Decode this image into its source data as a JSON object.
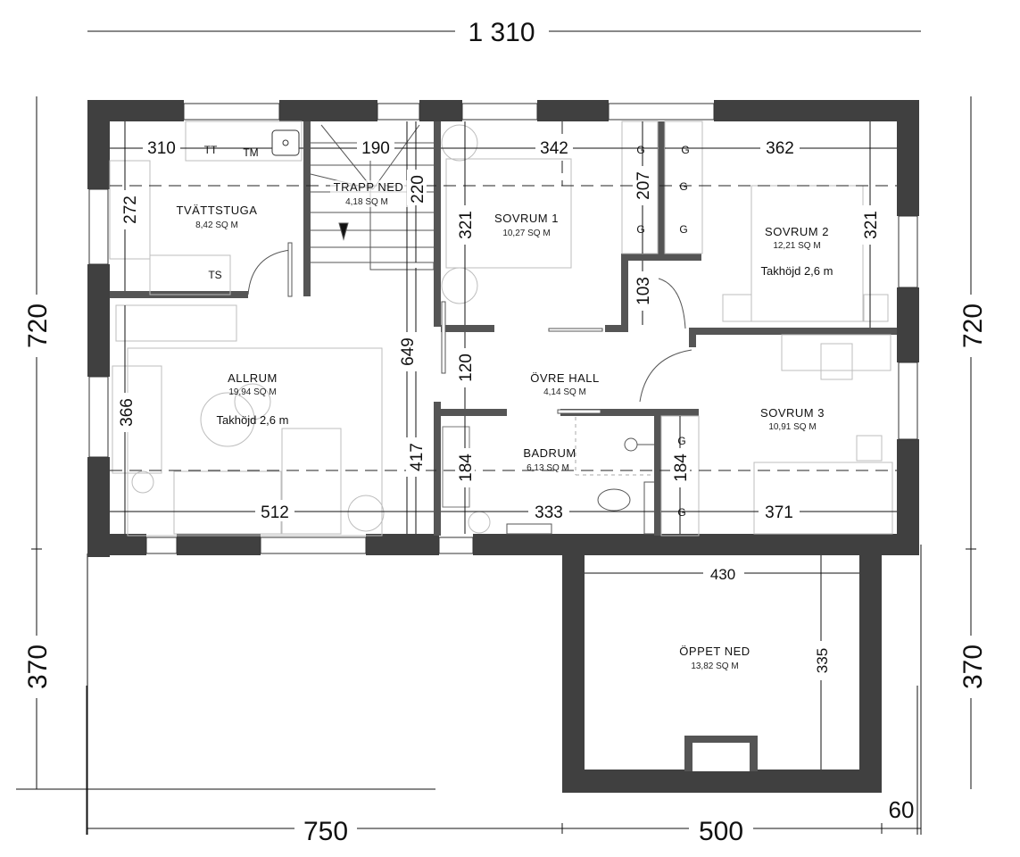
{
  "plan": {
    "overall_dimensions": {
      "top_total": "1 310",
      "bottom_left": "750",
      "bottom_right": "500",
      "bottom_offset": "60",
      "left_upper": "720",
      "left_lower": "370",
      "right_upper": "720",
      "right_lower": "370"
    },
    "rooms": [
      {
        "id": "tvattstuga",
        "name": "TVÄTTSTUGA",
        "area": "8,42 SQ M"
      },
      {
        "id": "trapp",
        "name": "TRAPP NED",
        "area": "4,18 SQ M"
      },
      {
        "id": "sovrum1",
        "name": "SOVRUM 1",
        "area": "10,27 SQ M"
      },
      {
        "id": "sovrum2",
        "name": "SOVRUM 2",
        "area": "12,21 SQ M",
        "ceiling": "Takhöjd 2,6 m"
      },
      {
        "id": "allrum",
        "name": "ALLRUM",
        "area": "19,94 SQ M",
        "ceiling": "Takhöjd 2,6 m"
      },
      {
        "id": "ovrehall",
        "name": "ÖVRE HALL",
        "area": "4,14 SQ M"
      },
      {
        "id": "badrum",
        "name": "BADRUM",
        "area": "6,13 SQ M"
      },
      {
        "id": "sovrum3",
        "name": "SOVRUM 3",
        "area": "10,91 SQ M"
      },
      {
        "id": "oppetned",
        "name": "ÖPPET NED",
        "area": "13,82 SQ M"
      }
    ],
    "room_dimensions": {
      "tvatt_w": "310",
      "tvatt_h": "272",
      "trapp_w": "190",
      "trapp_h": "220",
      "sov1_w": "342",
      "sov1_h": "321",
      "closet_h": "207",
      "hall_notch": "103",
      "sov2_w": "362",
      "sov2_h": "321",
      "allrum_h": "366",
      "allrum_w": "512",
      "stair_total": "649",
      "stair_lower": "417",
      "hall_h": "120",
      "bad_h": "184",
      "bad_w": "333",
      "sov3_closet_h": "184",
      "sov3_w": "371",
      "oppet_w": "430",
      "oppet_h": "335"
    },
    "fixture_labels": {
      "tt": "TT",
      "tm": "TM",
      "ts": "TS",
      "garderob": "G"
    },
    "colors": {
      "wall": "#404040",
      "inner_wall": "#555555",
      "furniture": "#bdbdbd",
      "background": "#ffffff"
    }
  }
}
